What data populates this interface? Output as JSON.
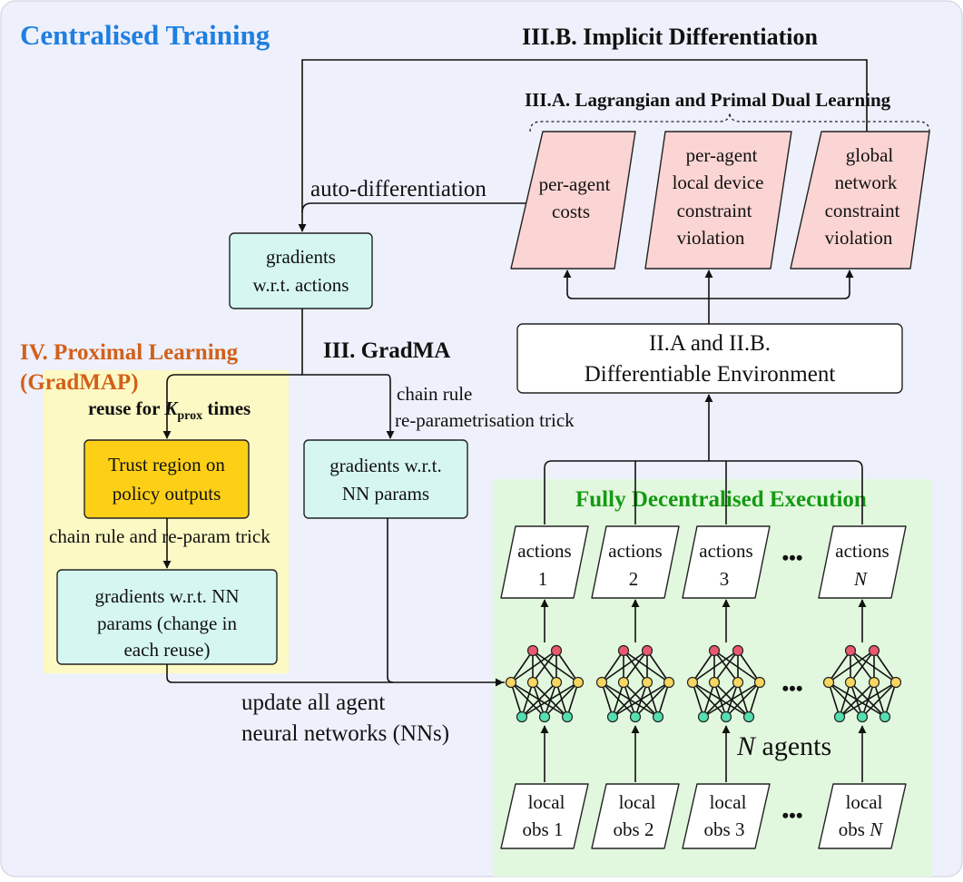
{
  "titles": {
    "centralised": "Centralised Training",
    "implicit": "III.B. Implicit Differentiation",
    "lagrangian": "III.A. Lagrangian and Primal Dual Learning",
    "proximal_line1": "IV. Proximal Learning",
    "proximal_line2": "(GradMAP)",
    "gradma": "III. GradMA",
    "decentralised": "Fully Decentralised Execution"
  },
  "labels": {
    "auto_diff": "auto-differentiation",
    "reuse_pre": "reuse for ",
    "reuse_k": "K",
    "reuse_sub": "prox",
    "reuse_post": " times",
    "chain_rule_1": "chain rule",
    "chain_rule_2": "re-parametrisation trick",
    "chain_rule_reparam": "chain rule and re-param trick",
    "update_1": "update all agent",
    "update_2": "neural networks (NNs)",
    "n_agents_n": "N",
    "n_agents_rest": " agents",
    "ellipsis": "•••"
  },
  "boxes": {
    "grad_actions": [
      "gradients",
      "w.r.t. actions"
    ],
    "env": [
      "II.A and II.B.",
      "Differentiable Environment"
    ],
    "costs": [
      "per-agent",
      "costs"
    ],
    "local_violation": [
      "per-agent",
      "local device",
      "constraint",
      "violation"
    ],
    "global_violation": [
      "global",
      "network",
      "constraint",
      "violation"
    ],
    "trust": [
      "Trust region on",
      "policy outputs"
    ],
    "grad_nn_prox": [
      "gradients w.r.t. NN",
      "params (change in",
      "each reuse)"
    ],
    "grad_nn_gradma": [
      "gradients w.r.t.",
      "NN params"
    ]
  },
  "agents": {
    "action_label": "actions",
    "obs_label_1": "local",
    "obs_label_2": "obs",
    "ids": [
      "1",
      "2",
      "3",
      "N"
    ]
  },
  "colors": {
    "background": "#eef0fb",
    "centralised": "#1f7fe0",
    "proximal": "#d2601a",
    "decentralised": "#139a13",
    "yellow_region": "#fdf9c4",
    "green_region": "#e2f8de",
    "pink_box": "#fbd5d3",
    "cyan_box": "#d6f7f1",
    "gold_box": "#fdd017",
    "node_red": "#ea5870",
    "node_yellow": "#f8d760",
    "node_green": "#55dfb0"
  }
}
